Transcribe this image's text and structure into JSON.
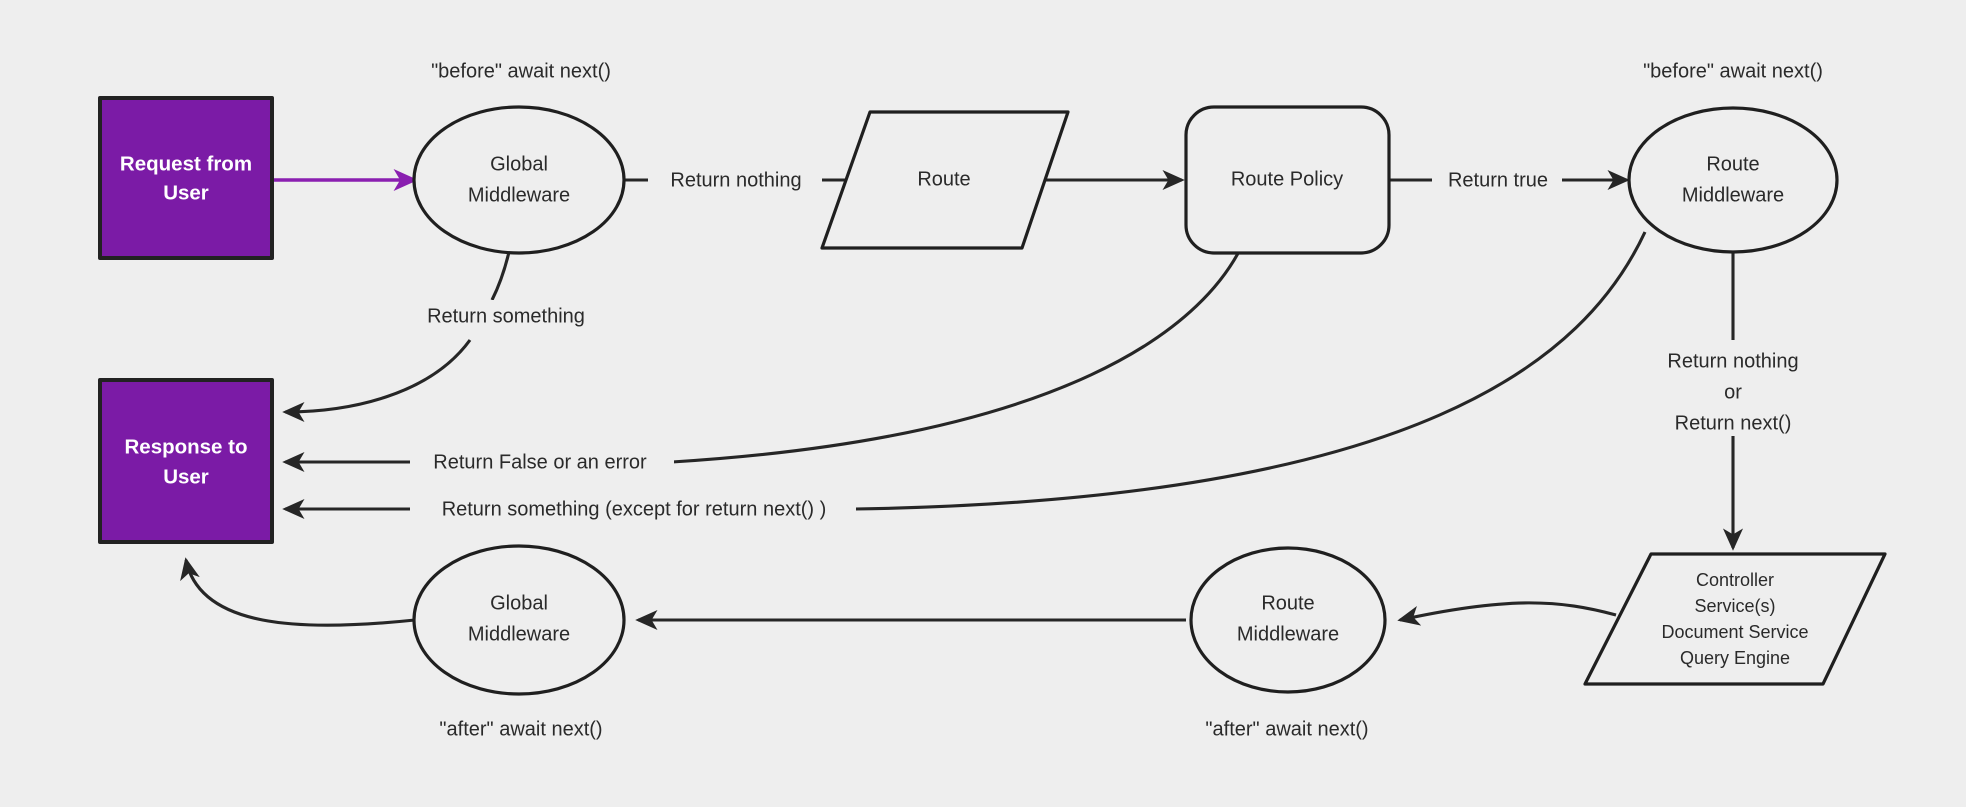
{
  "diagram": {
    "title": "Request/Response middleware pipeline flowchart",
    "background_color": "#eeeeee",
    "accent_color": "#7b1ba6",
    "stroke_color": "#262626",
    "nodes": {
      "request_from_user": {
        "label_line1": "Request from",
        "label_line2": "User",
        "shape": "rectangle",
        "fill": "#7b1ba6"
      },
      "response_to_user": {
        "label_line1": "Response to",
        "label_line2": "User",
        "shape": "rectangle",
        "fill": "#7b1ba6"
      },
      "global_middleware_before": {
        "label_line1": "Global",
        "label_line2": "Middleware",
        "shape": "ellipse"
      },
      "route": {
        "label_line1": "Route",
        "shape": "parallelogram"
      },
      "route_policy": {
        "label_line1": "Route Policy",
        "shape": "rounded-rectangle"
      },
      "route_middleware_before": {
        "label_line1": "Route",
        "label_line2": "Middleware",
        "shape": "ellipse"
      },
      "controller_group": {
        "label_line1": "Controller",
        "label_line2": "Service(s)",
        "label_line3": "Document Service",
        "label_line4": "Query Engine",
        "shape": "parallelogram"
      },
      "route_middleware_after": {
        "label_line1": "Route",
        "label_line2": "Middleware",
        "shape": "ellipse"
      },
      "global_middleware_after": {
        "label_line1": "Global",
        "label_line2": "Middleware",
        "shape": "ellipse"
      }
    },
    "annotations": {
      "before_global": "\"before\" await next()",
      "before_route": "\"before\" await next()",
      "after_global": "\"after\" await next()",
      "after_route": "\"after\" await next()"
    },
    "edge_labels": {
      "return_nothing": "Return nothing",
      "return_true": "Return true",
      "return_something": "Return something",
      "return_false_or_error": "Return False or an error",
      "return_something_except_next": "Return something (except for return next() )",
      "return_nothing_or_next_l1": "Return nothing",
      "return_nothing_or_next_l2": "or",
      "return_nothing_or_next_l3": "Return next()"
    }
  }
}
